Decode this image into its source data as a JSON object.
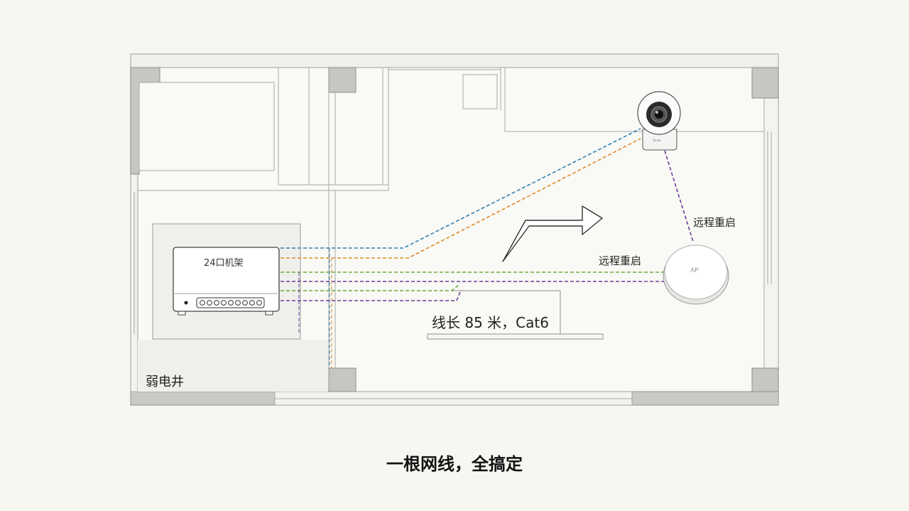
{
  "labels": {
    "rack": "24口机架",
    "cable": "线长 85 米，Cat6",
    "shaft": "弱电井",
    "reboot_camera": "远程重启",
    "reboot_ap": "远程重启",
    "ap": "AP",
    "camera_brand": "Tenda"
  },
  "caption": "一根网线，全搞定",
  "colors": {
    "wall": "#c8c8c4",
    "wall_outline": "#9a9a96",
    "cable_blue": "#2f7fb0",
    "cable_orange": "#e08a2a",
    "cable_green": "#6aaa3a",
    "cable_purple": "#6a3f9a"
  },
  "icons": {
    "switch": "network-switch-icon",
    "camera": "dome-camera-icon",
    "ap": "ceiling-access-point-icon",
    "arrow": "direction-arrow-icon"
  }
}
